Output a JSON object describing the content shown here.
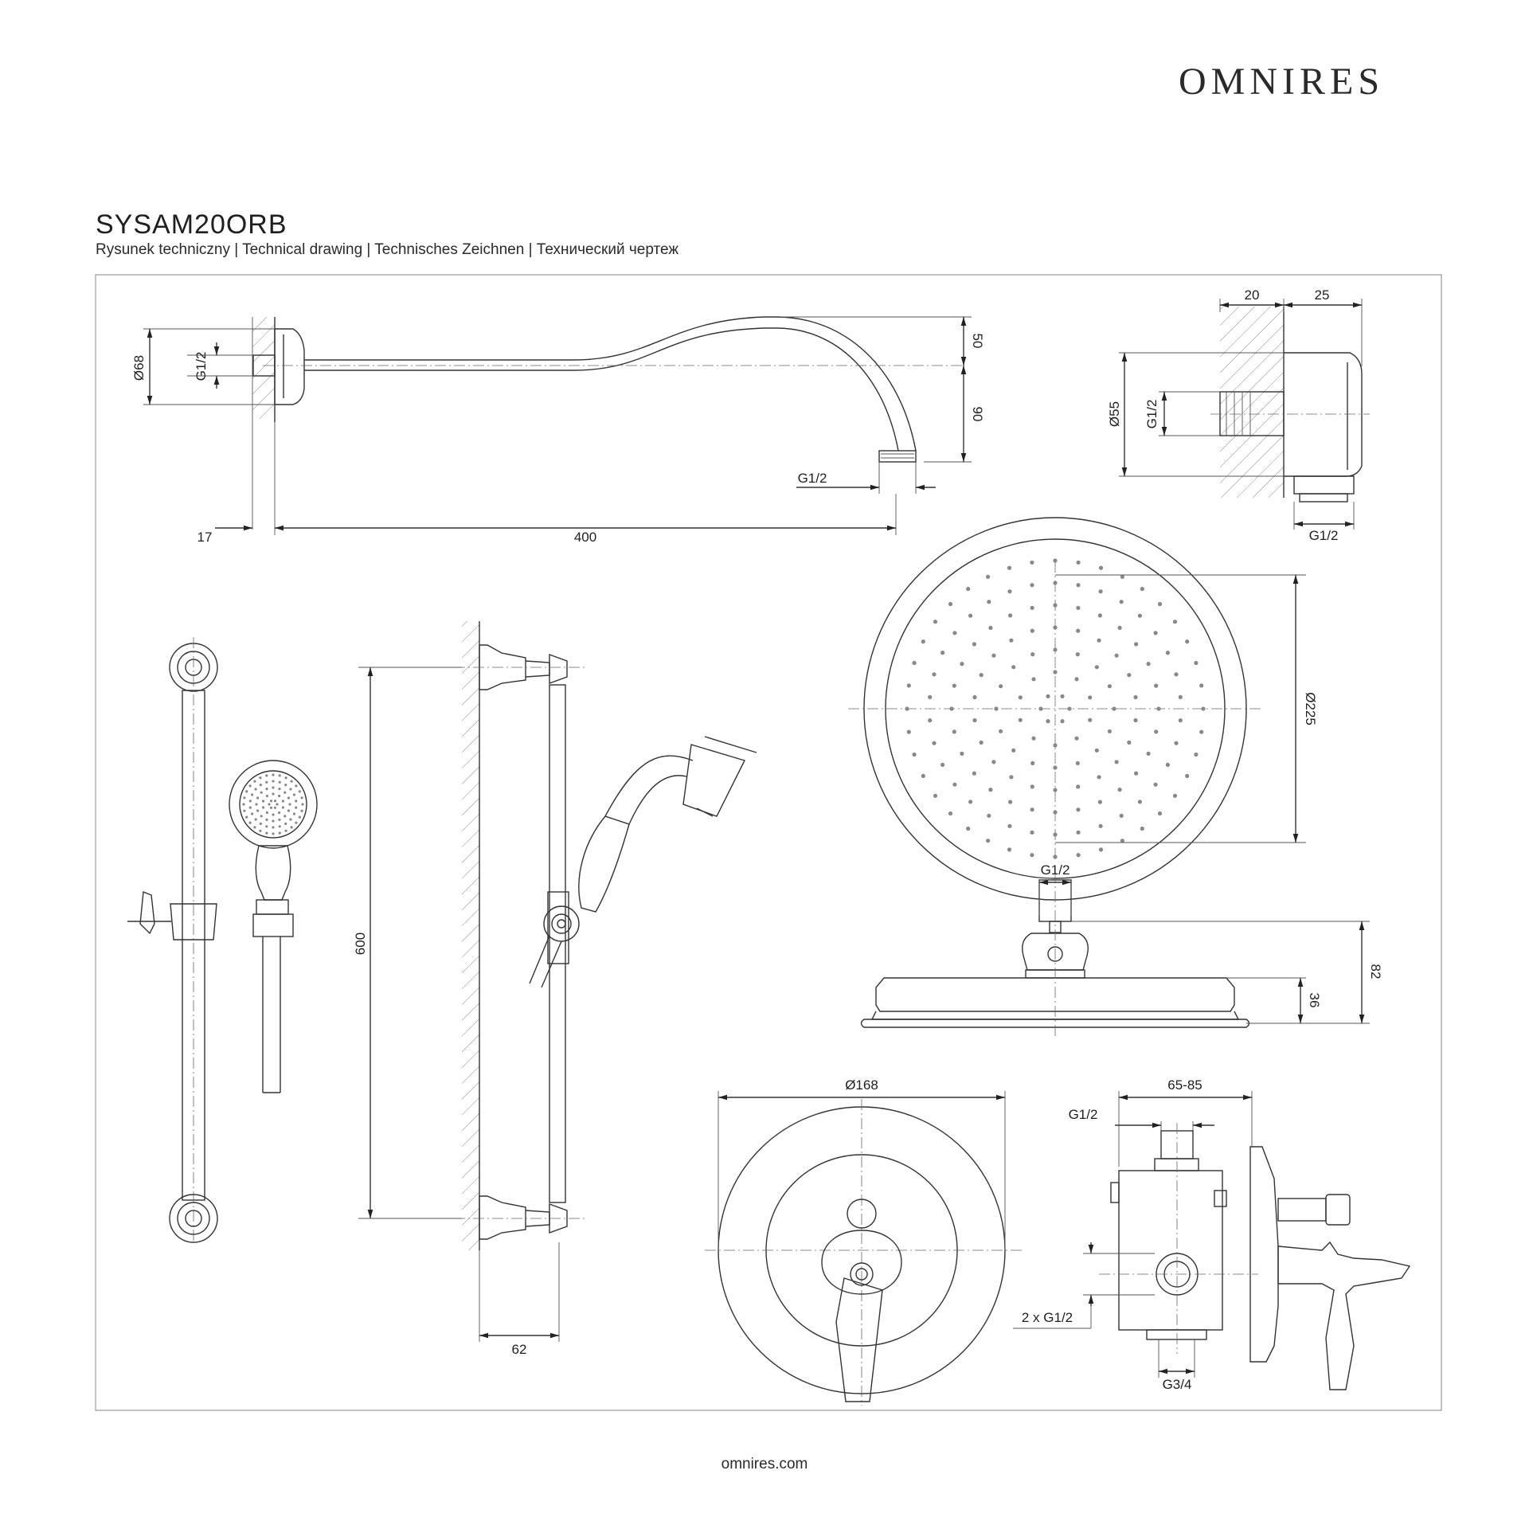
{
  "header": {
    "brand": "OMNIRES",
    "product_code": "SYSAM20ORB",
    "subtitle": "Rysunek techniczny | Technical drawing | Technisches Zeichnen | Технический чертеж"
  },
  "dimensions": {
    "arm_diameter": "Ø68",
    "arm_inlet_thread": "G1/2",
    "arm_height_top": "50",
    "arm_height_bottom": "90",
    "arm_outlet_thread": "G1/2",
    "arm_wall_offset": "17",
    "arm_length": "400",
    "elbow_depth_wall": "20",
    "elbow_depth_body": "25",
    "elbow_diameter": "Ø55",
    "elbow_inlet_thread": "G1/2",
    "elbow_outlet_thread": "G1/2",
    "rail_length": "600",
    "rail_depth": "62",
    "head_diameter": "Ø225",
    "head_thread": "G1/2",
    "head_height_total": "82",
    "head_height_body": "36",
    "plate_diameter": "Ø168",
    "valve_depth_range": "65-85",
    "valve_top_thread": "G1/2",
    "valve_side_threads": "2 x G1/2",
    "valve_bottom_thread": "G3/4"
  },
  "footer": {
    "website": "omnires.com"
  }
}
